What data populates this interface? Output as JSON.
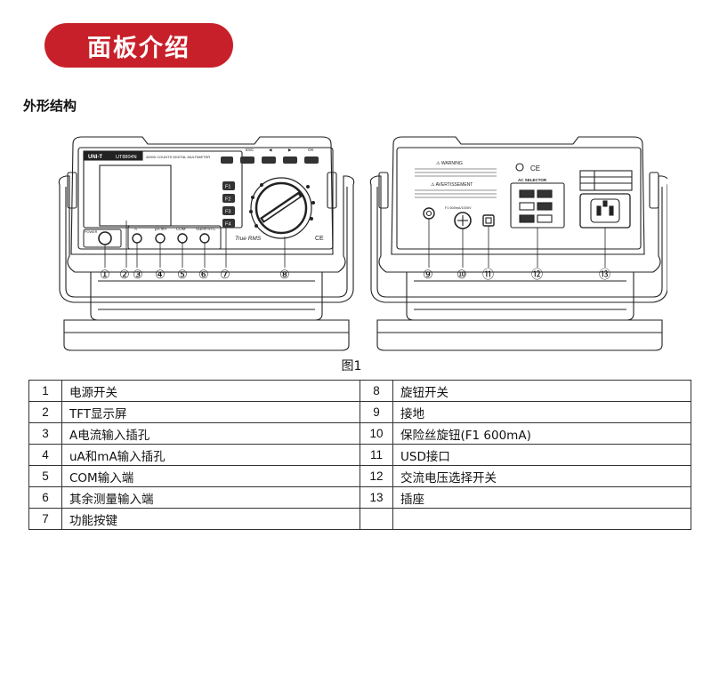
{
  "header": {
    "banner_title": "面板介绍",
    "section_title": "外形结构"
  },
  "figure": {
    "caption": "图1",
    "front": {
      "brand_logo": "UNI-T",
      "model": "UT8804N",
      "counts_text": "40000 COUNTS DIGITAL MULTIMETER",
      "true_rms": "True RMS",
      "ce_mark": "CE",
      "power_label": "POWER",
      "jack_labels": [
        "A",
        "µA mA",
        "COM",
        "VΩHz·RTC"
      ],
      "top_keys": [
        "ESC",
        "◀",
        "▶",
        "OK"
      ],
      "function_keys": [
        "F1",
        "F2",
        "F3",
        "F4"
      ]
    },
    "back": {
      "warning_title": "⚠ WARNING",
      "avertissement_title": "⚠ AVERTISSEMENT",
      "fuse_label": "F1 600mA/1000V",
      "ac_selector_label": "AC SELECTOR",
      "ce_mark": "CE"
    },
    "callouts": [
      "①",
      "②",
      "③",
      "④",
      "⑤",
      "⑥",
      "⑦",
      "⑧",
      "⑨",
      "⑩",
      "⑪",
      "⑫",
      "⑬"
    ]
  },
  "table": {
    "rows": [
      {
        "n1": "1",
        "l1": "电源开关",
        "n2": "8",
        "l2": "旋钮开关"
      },
      {
        "n1": "2",
        "l1": "TFT显示屏",
        "n2": "9",
        "l2": "接地"
      },
      {
        "n1": "3",
        "l1": "A电流输入插孔",
        "n2": "10",
        "l2": "保险丝旋钮(F1 600mA)"
      },
      {
        "n1": "4",
        "l1": "uA和mA输入插孔",
        "n2": "11",
        "l2": "USD接口"
      },
      {
        "n1": "5",
        "l1": "COM输入端",
        "n2": "12",
        "l2": "交流电压选择开关"
      },
      {
        "n1": "6",
        "l1": "其余测量输入端",
        "n2": "13",
        "l2": "插座"
      },
      {
        "n1": "7",
        "l1": "功能按键",
        "n2": "",
        "l2": ""
      }
    ]
  }
}
